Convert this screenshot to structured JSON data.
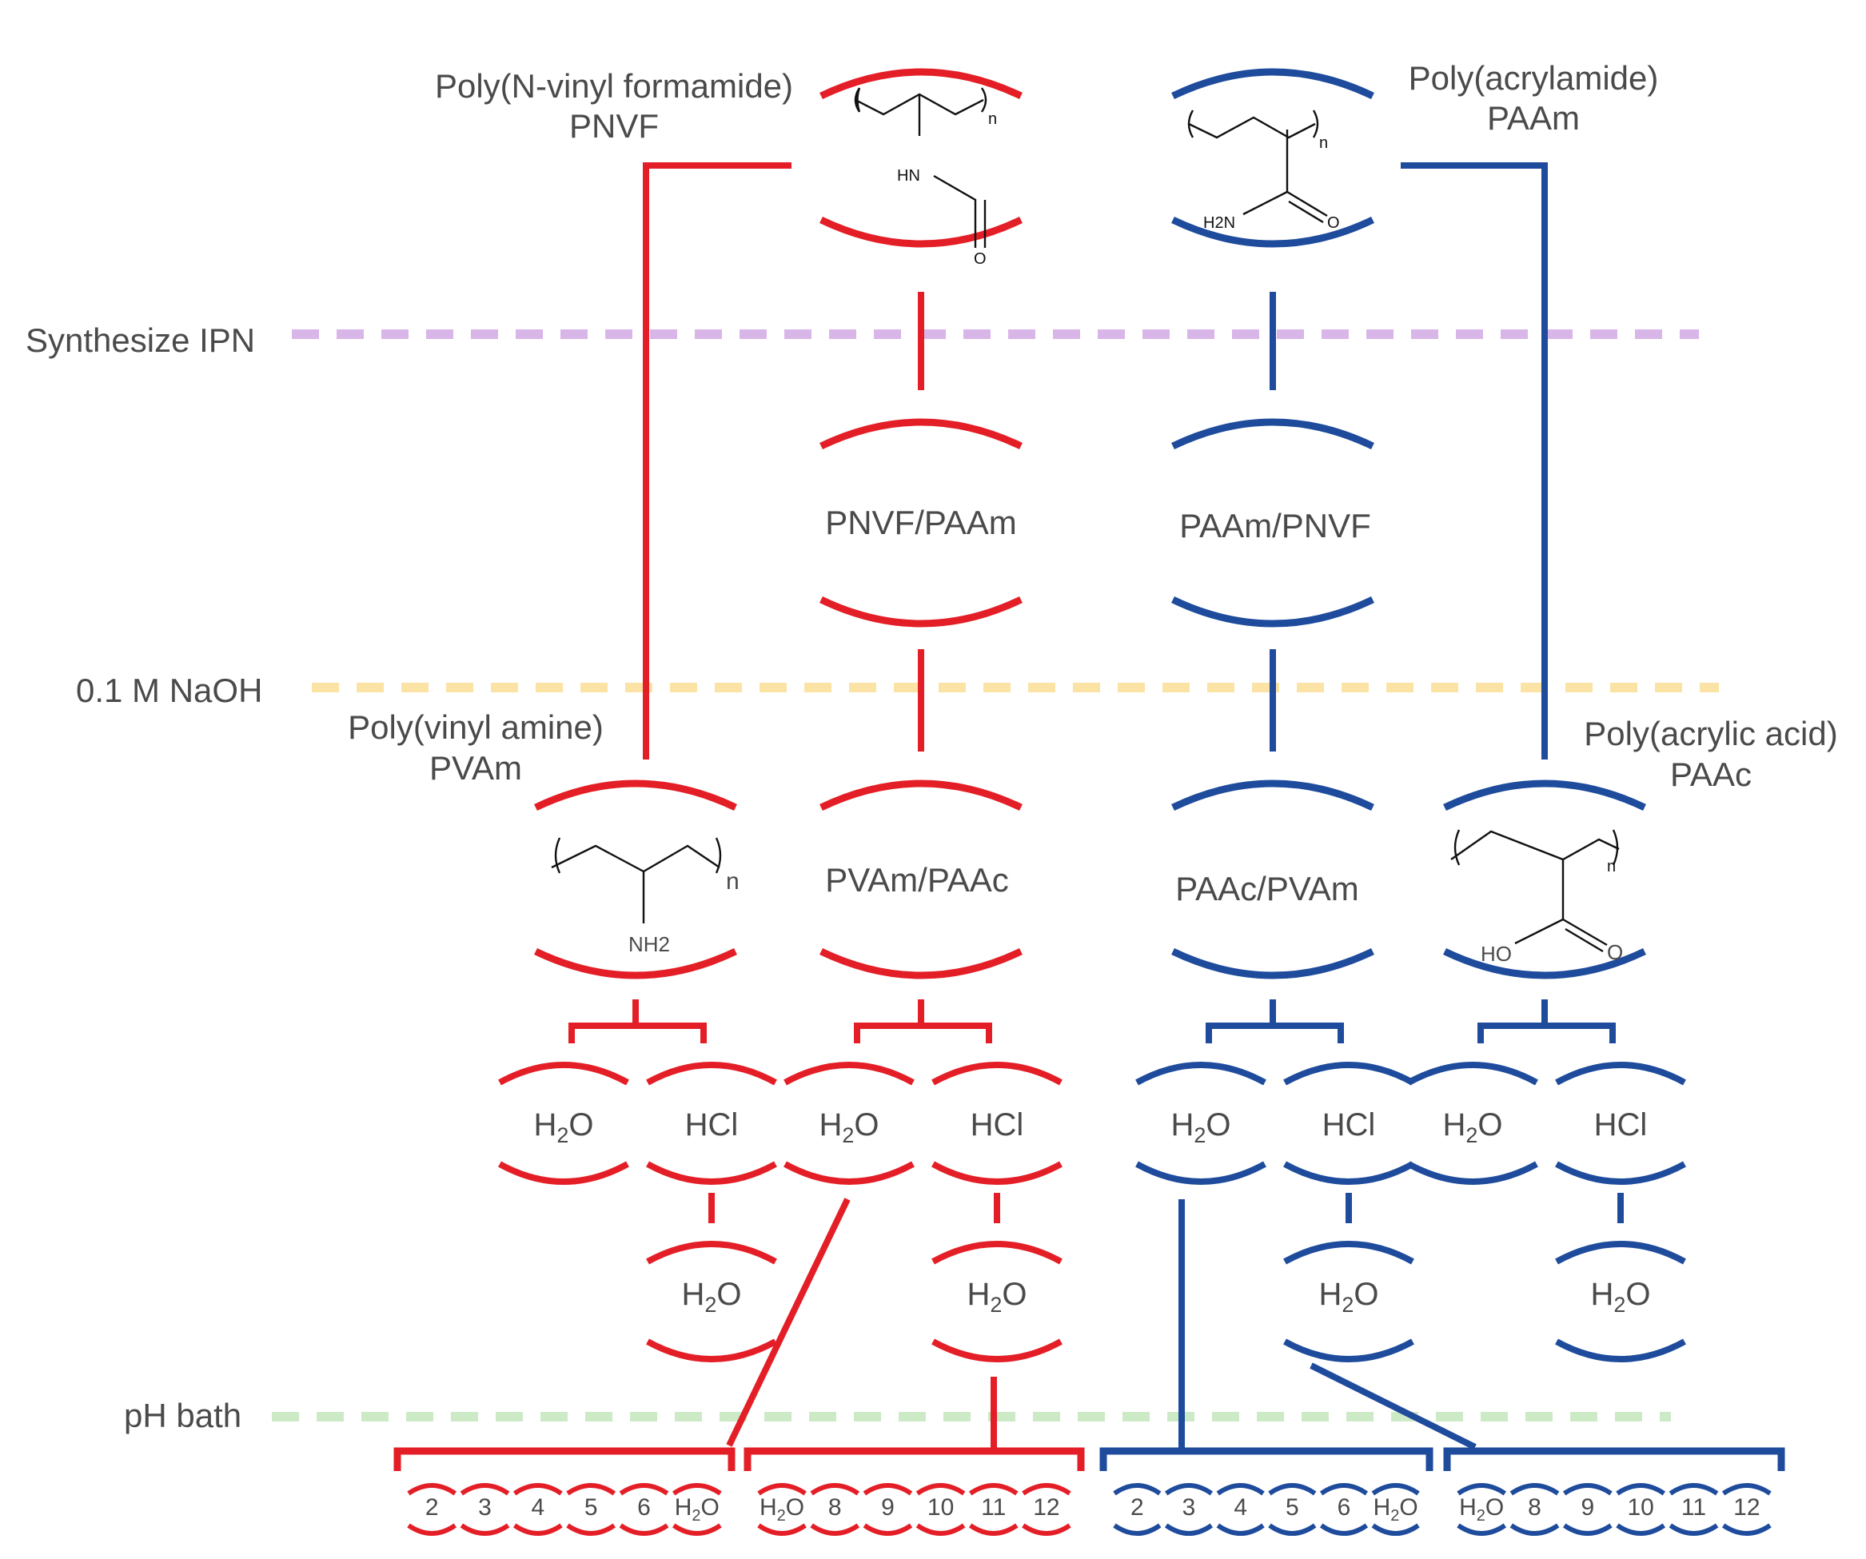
{
  "colors": {
    "red": "#e41e26",
    "blue": "#1e4b9c",
    "synthesize_line": "#d9b6e8",
    "naoh_line": "#fbe3a6",
    "ph_line": "#cdeac6",
    "text": "#4a4a4a"
  },
  "stages": {
    "synthesize": "Synthesize IPN",
    "naoh": "0.1 M NaOH",
    "ph_bath": "pH bath"
  },
  "polymers": {
    "pnvf_name": "Poly(N-vinyl formamide)",
    "pnvf_abbr": "PNVF",
    "paam_name": "Poly(acrylamide)",
    "paam_abbr": "PAAm",
    "pvam_name": "Poly(vinyl amine)",
    "pvam_abbr": "PVAm",
    "paac_name": "Poly(acrylic acid)",
    "paac_abbr": "PAAc"
  },
  "networks": {
    "pnvf_paam": "PNVF/PAAm",
    "paam_pnvf": "PAAm/PNVF",
    "pvam_paac": "PVAm/PAAc",
    "paac_pvam": "PAAc/PVAm"
  },
  "structure_labels": {
    "n": "n",
    "hn": "HN",
    "o": "O",
    "h2n": "H2N",
    "nh2": "NH2",
    "ho": "HO"
  },
  "treatments": {
    "water": "H2O",
    "hcl": "HCl"
  },
  "ph_groups": {
    "acidic": [
      "2",
      "3",
      "4",
      "5",
      "6",
      "H2O"
    ],
    "basic": [
      "H2O",
      "8",
      "9",
      "10",
      "11",
      "12"
    ]
  }
}
